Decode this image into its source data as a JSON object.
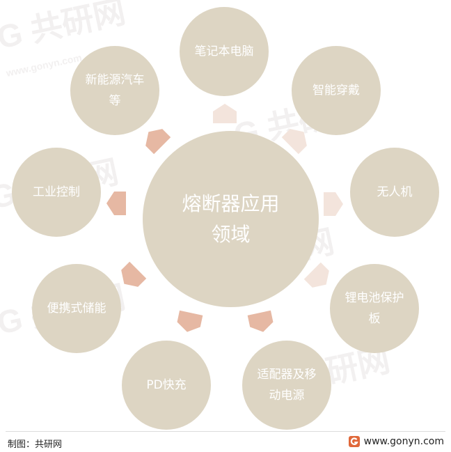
{
  "center": "熔断器应用领域",
  "nodes": [
    {
      "label": "笔记本电脑"
    },
    {
      "label": "智能穿戴"
    },
    {
      "label": "无人机"
    },
    {
      "label": "锂电池保护板"
    },
    {
      "label": "适配器及移动电源"
    },
    {
      "label": "PD快充"
    },
    {
      "label": "便携式储能"
    },
    {
      "label": "工业控制"
    },
    {
      "label": "新能源汽车等"
    }
  ],
  "footer": {
    "maker": "制图：共研网",
    "site": "www.gonyn.com"
  },
  "colors": {
    "circle": "#ddd5c3",
    "arrow_strong": "#e6b8a3",
    "arrow_light": "#f3e4dc",
    "text": "#ffffff",
    "logo": "#e0683a"
  }
}
